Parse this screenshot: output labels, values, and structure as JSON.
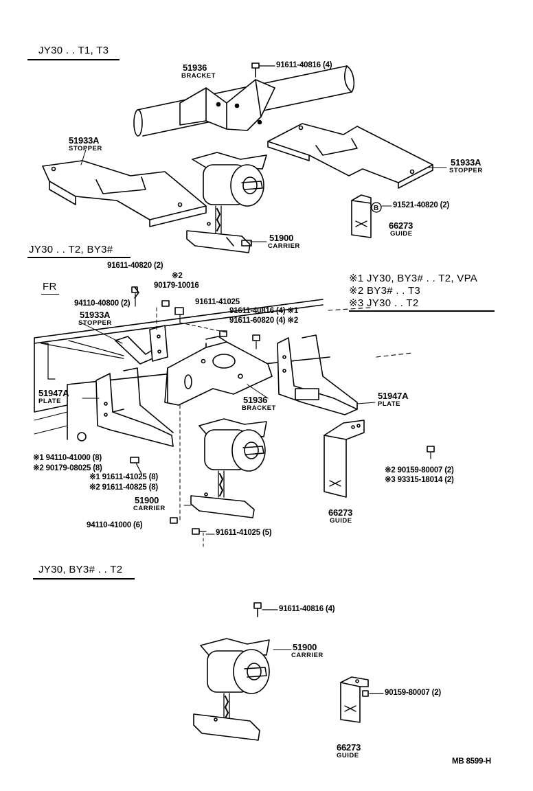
{
  "sections": {
    "s1": "JY30 . . T1, T3",
    "s2": "JY30 . . T2, BY3#",
    "s3": "JY30, BY3# . . T2"
  },
  "fr": "FR",
  "notes": {
    "n1": "※1 JY30, BY3# . . T2, VPA",
    "n2": "※2 BY3# . . T3",
    "n3": "※3 JY30 . . T2"
  },
  "s1": {
    "bracket_num": "51936",
    "bracket_name": "BRACKET",
    "bolt_top": "91611-40816 (4)",
    "stopper_l_num": "51933A",
    "stopper_l_name": "STOPPER",
    "stopper_r_num": "51933A",
    "stopper_r_name": "STOPPER",
    "bolt_b": "91521-40820 (2)",
    "guide_num": "66273",
    "guide_name": "GUIDE",
    "carrier_num": "51900",
    "carrier_name": "CARRIER"
  },
  "s2": {
    "p1": "91611-40820 (2)",
    "p2_mark": "※2",
    "p2": "90179-10016",
    "p3": "94110-40800 (2)",
    "p4": "91611-41025",
    "p5": "91611-40816 (4) ※1",
    "p6": "91611-60820 (4) ※2",
    "stopper_num": "51933A",
    "stopper_name": "STOPPER",
    "plate_l_num": "51947A",
    "plate_l_name": "PLATE",
    "plate_r_num": "51947A",
    "plate_r_name": "PLATE",
    "bracket_num": "51936",
    "bracket_name": "BRACKET",
    "p7": "※1 94110-41000 (8)",
    "p8": "※2 90179-08025 (8)",
    "p9": "※1 91611-41025 (8)",
    "p10": "※2 91611-40825 (8)",
    "carrier_num": "51900",
    "carrier_name": "CARRIER",
    "p11": "94110-41000 (6)",
    "p12": "91611-41025 (5)",
    "p13": "※2 90159-80007 (2)",
    "p14": "※3 93315-18014 (2)",
    "guide_num": "66273",
    "guide_name": "GUIDE"
  },
  "s3": {
    "bolt_top": "91611-40816 (4)",
    "carrier_num": "51900",
    "carrier_name": "CARRIER",
    "bolt_g": "90159-80007 (2)",
    "guide_num": "66273",
    "guide_name": "GUIDE"
  },
  "ref": "MB 8599-H"
}
